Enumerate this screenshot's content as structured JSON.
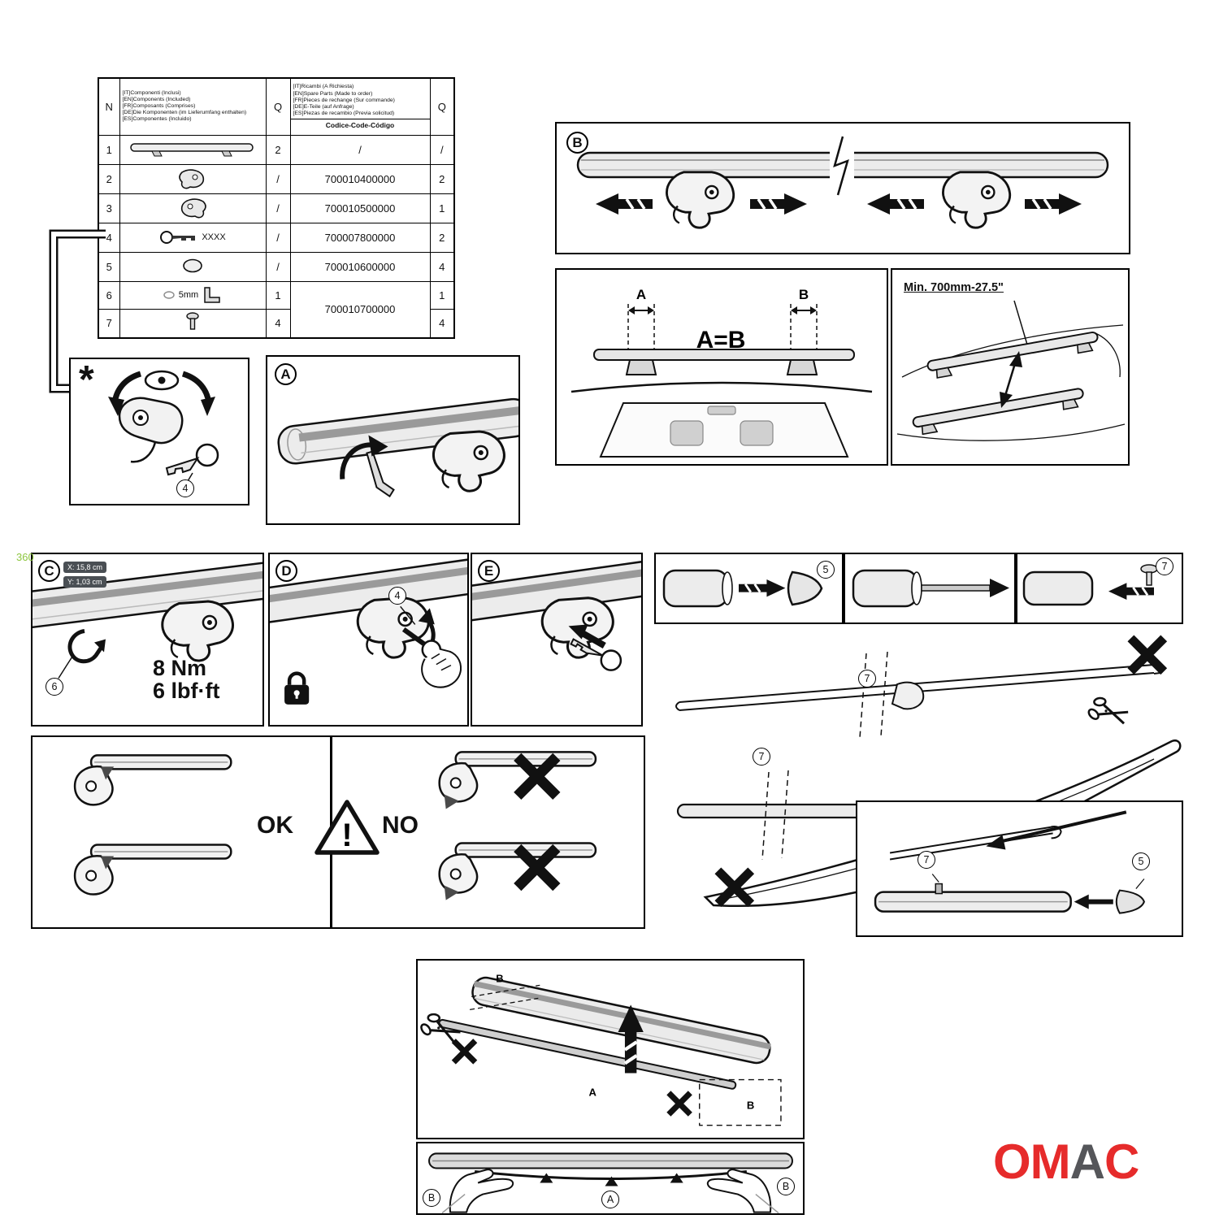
{
  "colors": {
    "brand_red": "#E62B2B",
    "brand_gray": "#55565A",
    "watermark_green": "#8DC63F",
    "chip_bg": "#4A4F54"
  },
  "watermark": "360",
  "parts_table": {
    "col_n": "N",
    "col_q_included": "Q",
    "col_q_spare": "Q",
    "included_header": [
      "[IT]Componenti (Inclusi)",
      "[EN]Components (Included)",
      "[FR]Composants (Comprises)",
      "[DE]Die Komponenten (im Lieferumfang enthalten)",
      "[ES]Componentes (Incluido)"
    ],
    "spare_header": [
      "[IT]Ricambi (A Richiesta)",
      "[EN]Spare Parts (Made to order)",
      "[FR]Pieces de rechange (Sur commande)",
      "[DE]E-Teile (auf Anfrage)",
      "[ES]Piezas de recambio (Previa solicitud)"
    ],
    "code_header": "Codice-Code-Código",
    "rows": [
      {
        "n": "1",
        "q_included": "2",
        "code": "/",
        "q_spare": "/"
      },
      {
        "n": "2",
        "q_included": "/",
        "code": "700010400000",
        "q_spare": "2"
      },
      {
        "n": "3",
        "q_included": "/",
        "code": "700010500000",
        "q_spare": "1"
      },
      {
        "n": "4",
        "key_label": "XXXX",
        "q_included": "/",
        "code": "700007800000",
        "q_spare": "2"
      },
      {
        "n": "5",
        "q_included": "/",
        "code": "700010600000",
        "q_spare": "4"
      },
      {
        "n": "6",
        "size_label": "5mm",
        "q_included": "1",
        "code": "700010700000",
        "q_spare": "1"
      },
      {
        "n": "7",
        "q_included": "4",
        "q_spare": "4"
      }
    ]
  },
  "steps": {
    "star": {
      "label": "*",
      "callout_key": "4"
    },
    "a": {
      "label": "A"
    },
    "b": {
      "label": "B"
    },
    "measure": {
      "equation": "A=B",
      "dim_a": "A",
      "dim_b": "B"
    },
    "min_span": {
      "text": "Min. 700mm-27.5\""
    },
    "c": {
      "label": "C",
      "chip_x": "X: 15,8 cm",
      "chip_y": "Y: 1,03 cm",
      "torque_nm": "8 Nm",
      "torque_lb": "6 lbf·ft",
      "callout_hook": "6"
    },
    "d": {
      "label": "D",
      "callout_key": "4"
    },
    "e": {
      "label": "E"
    },
    "cap": {
      "callout": "5"
    },
    "pin": {
      "callout": "7"
    },
    "okno": {
      "ok": "OK",
      "no": "NO",
      "warn": "!"
    },
    "roof_cut": {
      "callout_upper": "7",
      "callout_lower": "7"
    },
    "detail": {
      "callout_pin": "7",
      "callout_cap": "5"
    },
    "strip": {
      "label_a": "A",
      "label_b_top": "B",
      "label_b_right": "B"
    },
    "hands": {
      "label_a": "A",
      "label_b_left": "B",
      "label_b_right": "B"
    }
  },
  "logo": {
    "o": "O",
    "m": "M",
    "a": "A",
    "c": "C"
  }
}
